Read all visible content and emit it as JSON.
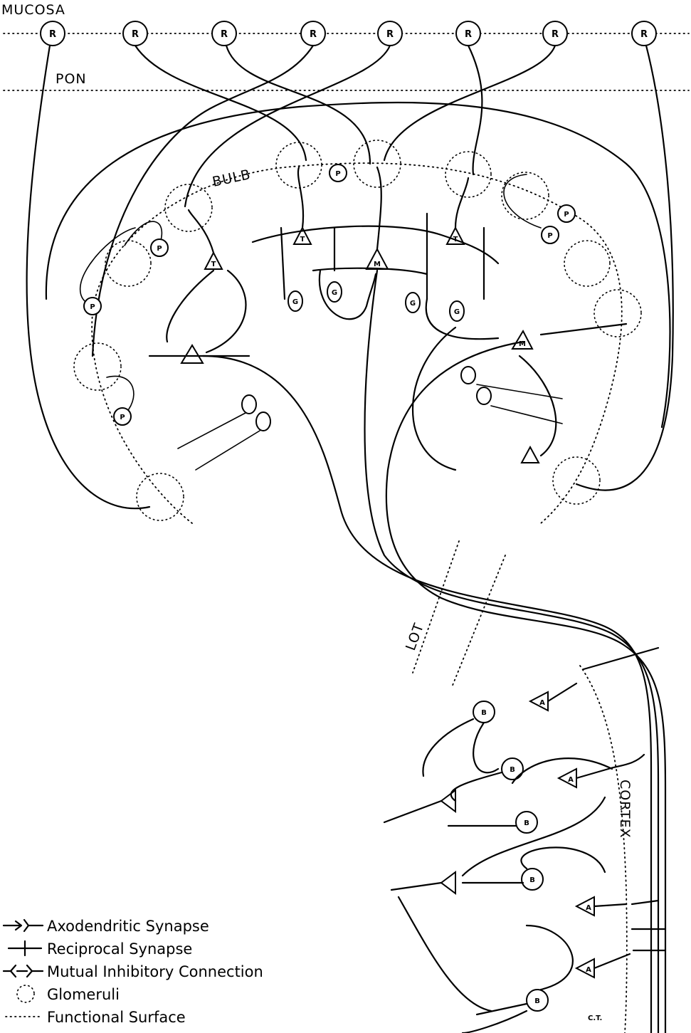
{
  "labels": {
    "mucosa": "MUCOSA",
    "pon": "PON",
    "bulb": "BULB",
    "lot": "LOT",
    "cortex": "CORTEX",
    "ct": "C.T."
  },
  "cells": {
    "receptor": "R",
    "periglomerular": "P",
    "granule": "G",
    "mitral": "M",
    "tufted": "T",
    "basket": "B",
    "pyramidal": "A"
  },
  "legend": [
    {
      "symbol": "→≻",
      "text": "Axodendritic Synapse"
    },
    {
      "symbol": "⊣⊢",
      "text": "Reciprocal Synapse"
    },
    {
      "symbol": "⊰-⊱",
      "text": "Mutual Inhibitory Connection"
    },
    {
      "symbol": "◌",
      "text": "Glomeruli"
    },
    {
      "symbol": "······",
      "text": "Functional Surface"
    }
  ]
}
